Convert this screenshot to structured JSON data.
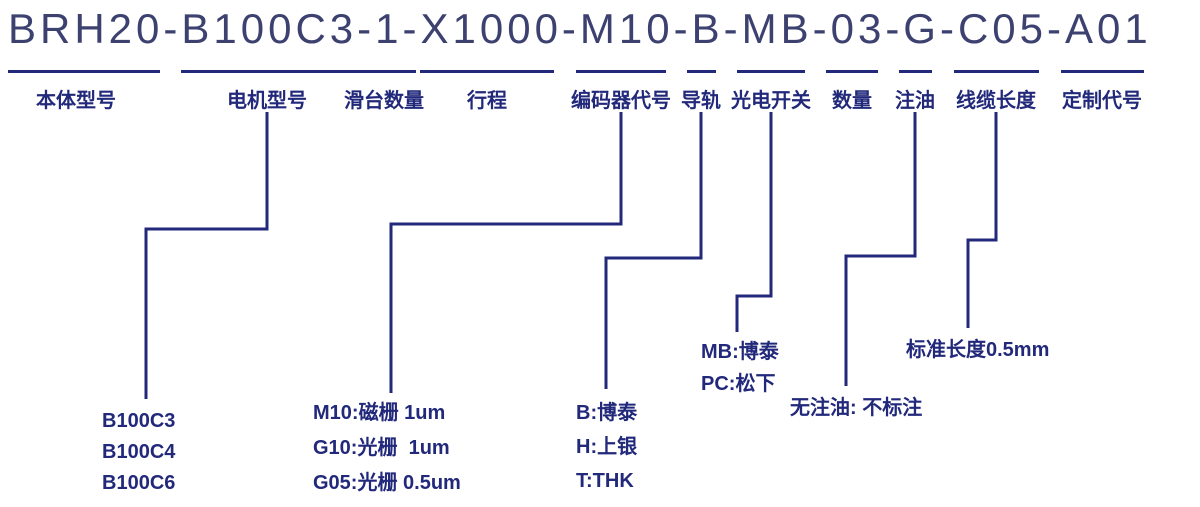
{
  "title": "BRH20-B100C3-1-X1000-M10-B-MB-03-G-C05-A01",
  "colors": {
    "ink": "#22297b",
    "title_text": "#3c4170",
    "background": "#ffffff"
  },
  "fields": [
    {
      "segment": "BRH20",
      "label": "本体型号"
    },
    {
      "segment": "B100C3",
      "label": "电机型号"
    },
    {
      "segment": "1",
      "label": "滑台数量"
    },
    {
      "segment": "X1000",
      "label": "行程"
    },
    {
      "segment": "M10",
      "label": "编码器代号"
    },
    {
      "segment": "B",
      "label": "导轨"
    },
    {
      "segment": "MB",
      "label": "光电开关"
    },
    {
      "segment": "03",
      "label": "数量"
    },
    {
      "segment": "G",
      "label": "注油"
    },
    {
      "segment": "C05",
      "label": "线缆长度"
    },
    {
      "segment": "A01",
      "label": "定制代号"
    }
  ],
  "options": {
    "motor": [
      "B100C3",
      "B100C4",
      "B100C6"
    ],
    "encoder": [
      "M10:磁栅 1um",
      "G10:光栅  1um",
      "G05:光栅 0.5um"
    ],
    "rail": [
      "B:博泰",
      "H:上银",
      "T:THK"
    ],
    "switch": [
      "MB:博泰",
      "PC:松下"
    ],
    "oil": [
      "无注油: 不标注"
    ],
    "cable": [
      "标准长度0.5mm"
    ]
  }
}
